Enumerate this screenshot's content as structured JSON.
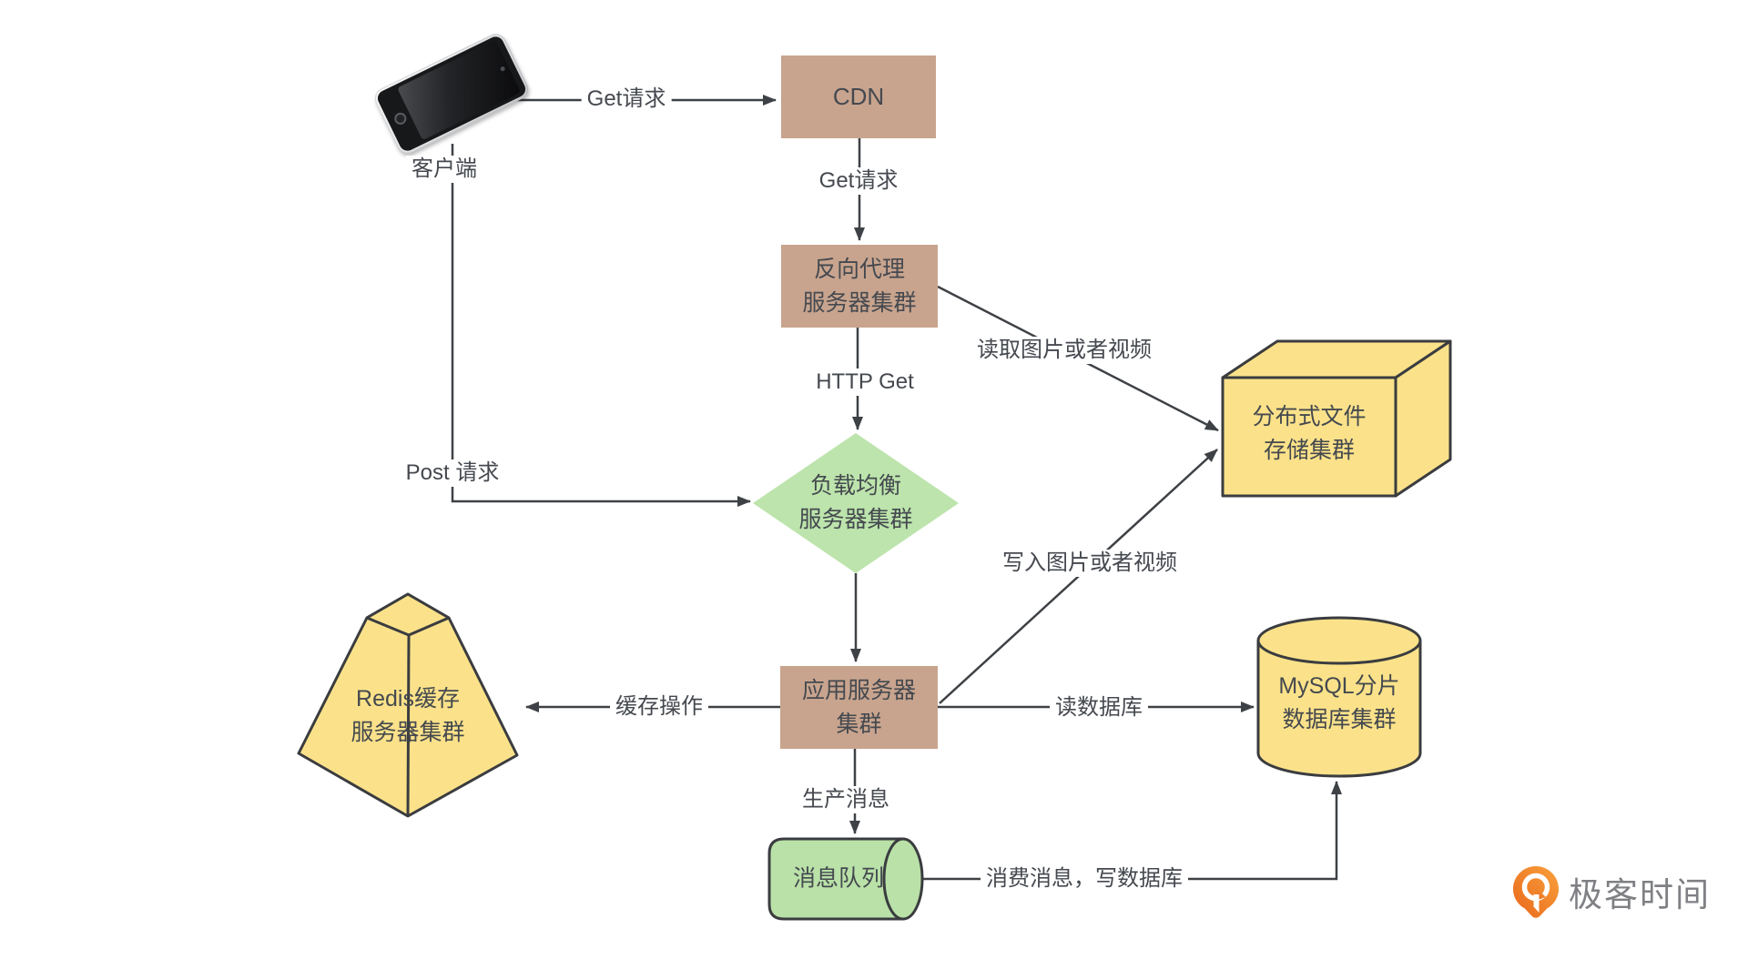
{
  "title": "网站架构图（极客时间）",
  "nodes": {
    "client": {
      "label": "客户端"
    },
    "cdn": {
      "label": "CDN"
    },
    "reverse_proxy": {
      "line1": "反向代理",
      "line2": "服务器集群"
    },
    "load_balancer": {
      "line1": "负载均衡",
      "line2": "服务器集群"
    },
    "file_storage": {
      "line1": "分布式文件",
      "line2": "存储集群"
    },
    "redis": {
      "line1": "Redis缓存",
      "line2": "服务器集群"
    },
    "app_server": {
      "line1": "应用服务器",
      "line2": "集群"
    },
    "mysql": {
      "line1": "MySQL分片",
      "line2": "数据库集群"
    },
    "message_queue": {
      "label": "消息队列"
    }
  },
  "edges": {
    "client_cdn": {
      "label": "Get请求"
    },
    "cdn_proxy": {
      "label": "Get请求"
    },
    "proxy_lb": {
      "label": "HTTP Get"
    },
    "proxy_storage": {
      "label": "读取图片或者视频"
    },
    "client_lb": {
      "label": "Post 请求"
    },
    "app_redis": {
      "label": "缓存操作"
    },
    "app_mysql": {
      "label": "读数据库"
    },
    "app_storage": {
      "label": "写入图片或者视频"
    },
    "app_queue": {
      "label": "生产消息"
    },
    "queue_mysql": {
      "label": "消费消息，写数据库"
    }
  },
  "branding": {
    "logo_text": "极客时间"
  },
  "colors": {
    "box_tan": "#C8A48E",
    "shape_green": "#BCE4AC",
    "shape_yellow": "#FBE28A",
    "outline_dark": "#3A3C3F",
    "wire": "#3E4145",
    "text": "#45494F",
    "logo_orange": "#F08437",
    "logo_text": "#7F8084"
  }
}
